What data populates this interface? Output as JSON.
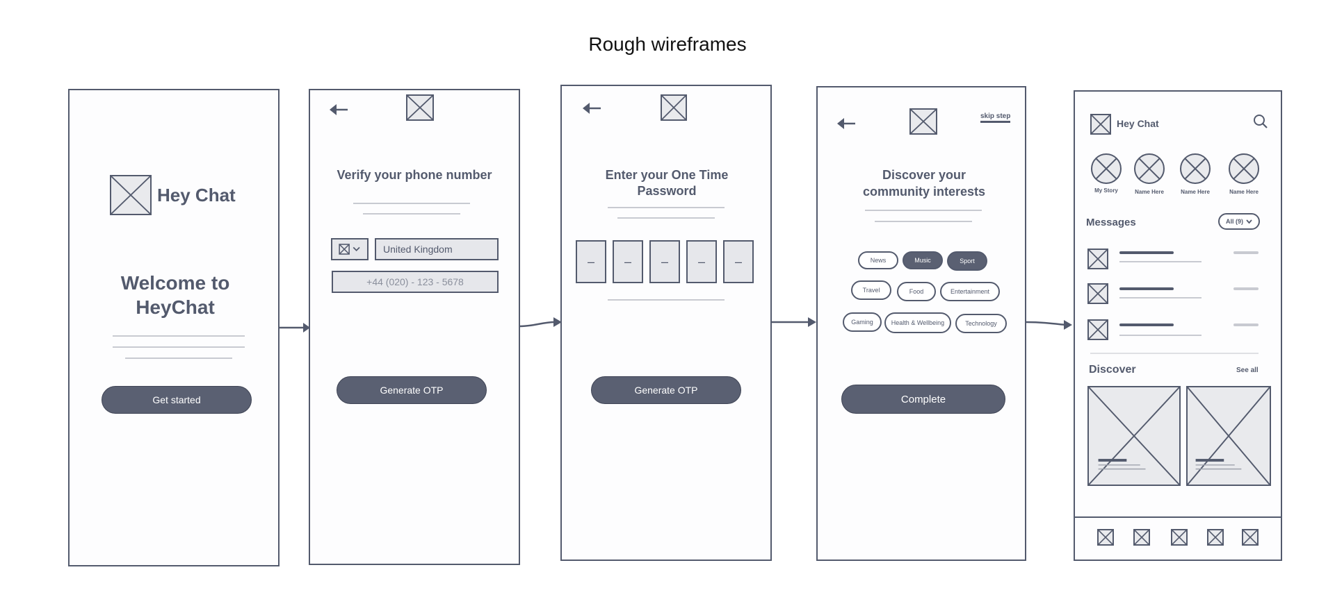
{
  "page": {
    "title": "Rough wireframes"
  },
  "colors": {
    "stroke": "#535a6d",
    "fill": "#e9eaed",
    "button": "#5a6072",
    "line": "#c8cad1"
  },
  "screen1": {
    "logo_text": "Hey Chat",
    "welcome_line1": "Welcome to",
    "welcome_line2": "HeyChat",
    "button": "Get started"
  },
  "screen2": {
    "heading": "Verify your phone number",
    "country_value": "United Kingdom",
    "phone_placeholder": "+44 (020) - 123 - 5678",
    "button": "Generate OTP"
  },
  "screen3": {
    "heading_line1": "Enter your One Time",
    "heading_line2": "Password",
    "otp_digits": [
      "–",
      "–",
      "–",
      "–",
      "–"
    ],
    "button": "Generate OTP"
  },
  "screen4": {
    "skip": "skip step",
    "heading_line1": "Discover your",
    "heading_line2": "community interests",
    "chips": [
      {
        "label": "News",
        "selected": false
      },
      {
        "label": "Music",
        "selected": true
      },
      {
        "label": "Sport",
        "selected": true
      },
      {
        "label": "Travel",
        "selected": false
      },
      {
        "label": "Food",
        "selected": false
      },
      {
        "label": "Entertainment",
        "selected": false
      },
      {
        "label": "Gaming",
        "selected": false
      },
      {
        "label": "Health & Wellbeing",
        "selected": false
      },
      {
        "label": "Technology",
        "selected": false
      }
    ],
    "button": "Complete"
  },
  "screen5": {
    "app_name": "Hey Chat",
    "stories": [
      "My Story",
      "Name Here",
      "Name Here",
      "Name Here"
    ],
    "messages_label": "Messages",
    "filter": "All (9)",
    "discover_label": "Discover",
    "see_all": "See all",
    "icons": [
      "search-icon",
      "chevron-down-icon"
    ]
  }
}
